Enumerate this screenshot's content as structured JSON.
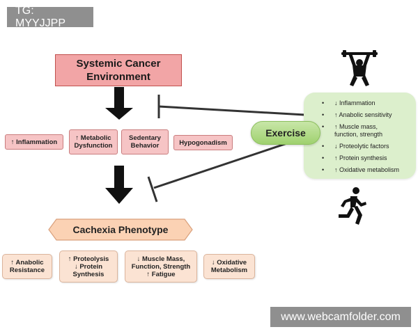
{
  "watermark_top": "TG: MYYJJPP",
  "watermark_bottom": "www.webcamfolder.com",
  "systemic_box": {
    "line1": "Systemic Cancer",
    "line2": "Environment"
  },
  "factors": [
    {
      "line1": "↑ Inflammation",
      "line2": ""
    },
    {
      "line1": "↑ Metabolic",
      "line2": "Dysfunction"
    },
    {
      "line1": "Sedentary",
      "line2": "Behavior"
    },
    {
      "line1": "Hypogonadism",
      "line2": ""
    }
  ],
  "phenotype_title": "Cachexia Phenotype",
  "phenotype_items": [
    {
      "line1": "↑ Anabolic",
      "line2": "Resistance",
      "line3": ""
    },
    {
      "line1": "↑ Proteolysis",
      "line2": "↓ Protein",
      "line3": "Synthesis"
    },
    {
      "line1": "↓ Muscle Mass,",
      "line2": "Function, Strength",
      "line3": "↑ Fatigue"
    },
    {
      "line1": "↓ Oxidative",
      "line2": "Metabolism",
      "line3": ""
    }
  ],
  "exercise_label": "Exercise",
  "exercise_benefits": [
    {
      "bullet": "•",
      "line1": "↓ Inflammation",
      "line2": ""
    },
    {
      "bullet": "•",
      "line1": "↑ Anabolic sensitivity",
      "line2": ""
    },
    {
      "bullet": "•",
      "line1": "↑ Muscle mass,",
      "line2": "function, strength"
    },
    {
      "bullet": "•",
      "line1": "↓ Proteolytic factors",
      "line2": ""
    },
    {
      "bullet": "•",
      "line1": "↑ Protein synthesis",
      "line2": ""
    },
    {
      "bullet": "•",
      "line1": "↑ Oxidative metabolism",
      "line2": ""
    }
  ],
  "icons": {
    "weightlifter": "weightlifter-icon",
    "runner": "runner-icon"
  },
  "colors": {
    "systemic_fill": "#f2a5a6",
    "factor_fill": "#f6c4c5",
    "phenotype_fill": "#fbe3d3",
    "exercise_panel": "#dcefcc",
    "exercise_pill": "#9fd16f"
  }
}
